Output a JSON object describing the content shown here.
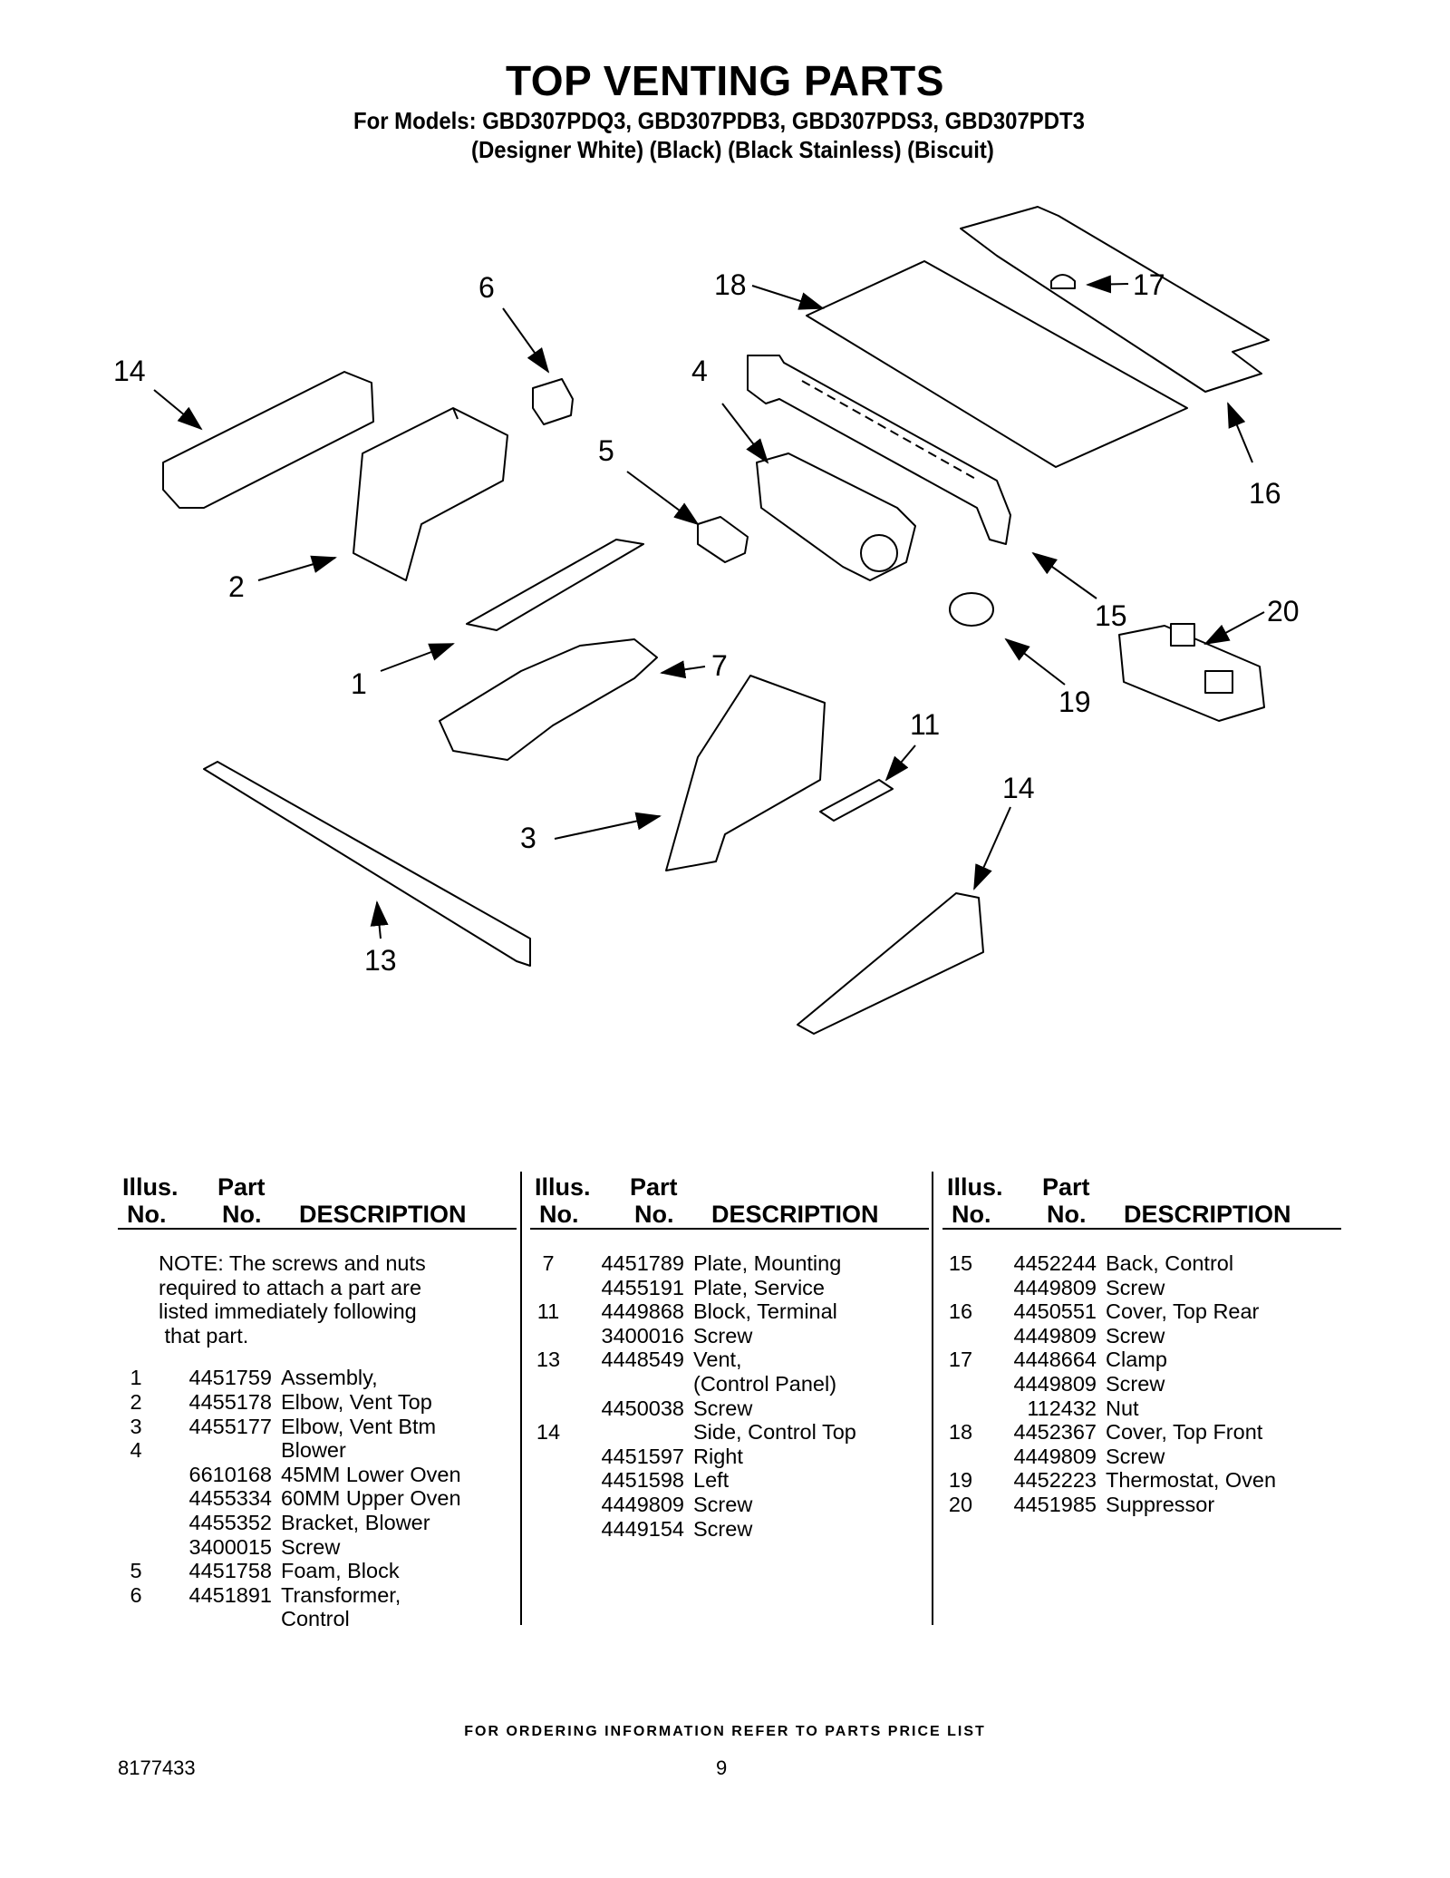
{
  "header": {
    "title": "TOP VENTING PARTS",
    "models": "For Models: GBD307PDQ3, GBD307PDB3, GBD307PDS3, GBD307PDT3",
    "colors": "(Designer White)     (Black)     (Black Stainless)    (Biscuit)"
  },
  "callouts": {
    "c1": "1",
    "c2": "2",
    "c3": "3",
    "c4": "4",
    "c5": "5",
    "c6": "6",
    "c7": "7",
    "c11": "11",
    "c13": "13",
    "c14a": "14",
    "c14b": "14",
    "c15": "15",
    "c16": "16",
    "c17": "17",
    "c18": "18",
    "c19": "19",
    "c20": "20"
  },
  "table": {
    "headers": {
      "illus1": "Illus.",
      "illus2": "No.",
      "part1": "Part",
      "part2": "No.",
      "desc": "DESCRIPTION"
    },
    "note": [
      "NOTE: The screws and nuts",
      "required to attach a part are",
      "listed immediately following",
      " that part."
    ],
    "col1": [
      {
        "illus": "1",
        "part": "4451759",
        "desc": "Assembly,"
      },
      {
        "illus": "2",
        "part": "4455178",
        "desc": "Elbow, Vent Top"
      },
      {
        "illus": "3",
        "part": "4455177",
        "desc": "Elbow, Vent Btm"
      },
      {
        "illus": "4",
        "part": "",
        "desc": "Blower"
      },
      {
        "illus": "",
        "part": "6610168",
        "desc": "45MM Lower Oven"
      },
      {
        "illus": "",
        "part": "4455334",
        "desc": "60MM Upper Oven"
      },
      {
        "illus": "",
        "part": "4455352",
        "desc": "Bracket, Blower"
      },
      {
        "illus": "",
        "part": "3400015",
        "desc": "Screw"
      },
      {
        "illus": "5",
        "part": "4451758",
        "desc": "Foam, Block"
      },
      {
        "illus": "6",
        "part": "4451891",
        "desc": "Transformer,"
      },
      {
        "illus": "",
        "part": "",
        "desc": "Control"
      }
    ],
    "col2": [
      {
        "illus": "7",
        "part": "4451789",
        "desc": "Plate, Mounting"
      },
      {
        "illus": "",
        "part": "4455191",
        "desc": "Plate, Service"
      },
      {
        "illus": "11",
        "part": "4449868",
        "desc": "Block, Terminal"
      },
      {
        "illus": "",
        "part": "3400016",
        "desc": "Screw"
      },
      {
        "illus": "13",
        "part": "4448549",
        "desc": "Vent,"
      },
      {
        "illus": "",
        "part": "",
        "desc": "(Control Panel)"
      },
      {
        "illus": "",
        "part": "4450038",
        "desc": "Screw"
      },
      {
        "illus": "14",
        "part": "",
        "desc": "Side, Control Top"
      },
      {
        "illus": "",
        "part": "4451597",
        "desc": "Right"
      },
      {
        "illus": "",
        "part": "4451598",
        "desc": "Left"
      },
      {
        "illus": "",
        "part": "4449809",
        "desc": "Screw"
      },
      {
        "illus": "",
        "part": "4449154",
        "desc": "Screw"
      }
    ],
    "col3": [
      {
        "illus": "15",
        "part": "4452244",
        "desc": "Back, Control"
      },
      {
        "illus": "",
        "part": "4449809",
        "desc": "Screw"
      },
      {
        "illus": "16",
        "part": "4450551",
        "desc": "Cover, Top Rear"
      },
      {
        "illus": "",
        "part": "4449809",
        "desc": "Screw"
      },
      {
        "illus": "17",
        "part": "4448664",
        "desc": "Clamp"
      },
      {
        "illus": "",
        "part": "4449809",
        "desc": "Screw"
      },
      {
        "illus": "",
        "part": "112432",
        "desc": "Nut"
      },
      {
        "illus": "18",
        "part": "4452367",
        "desc": "Cover, Top Front"
      },
      {
        "illus": "",
        "part": "4449809",
        "desc": "Screw"
      },
      {
        "illus": "19",
        "part": "4452223",
        "desc": "Thermostat, Oven"
      },
      {
        "illus": "20",
        "part": "4451985",
        "desc": "Suppressor"
      }
    ]
  },
  "footer": {
    "ordering": "FOR ORDERING INFORMATION REFER TO PARTS PRICE LIST",
    "doc_number": "8177433",
    "page": "9"
  }
}
